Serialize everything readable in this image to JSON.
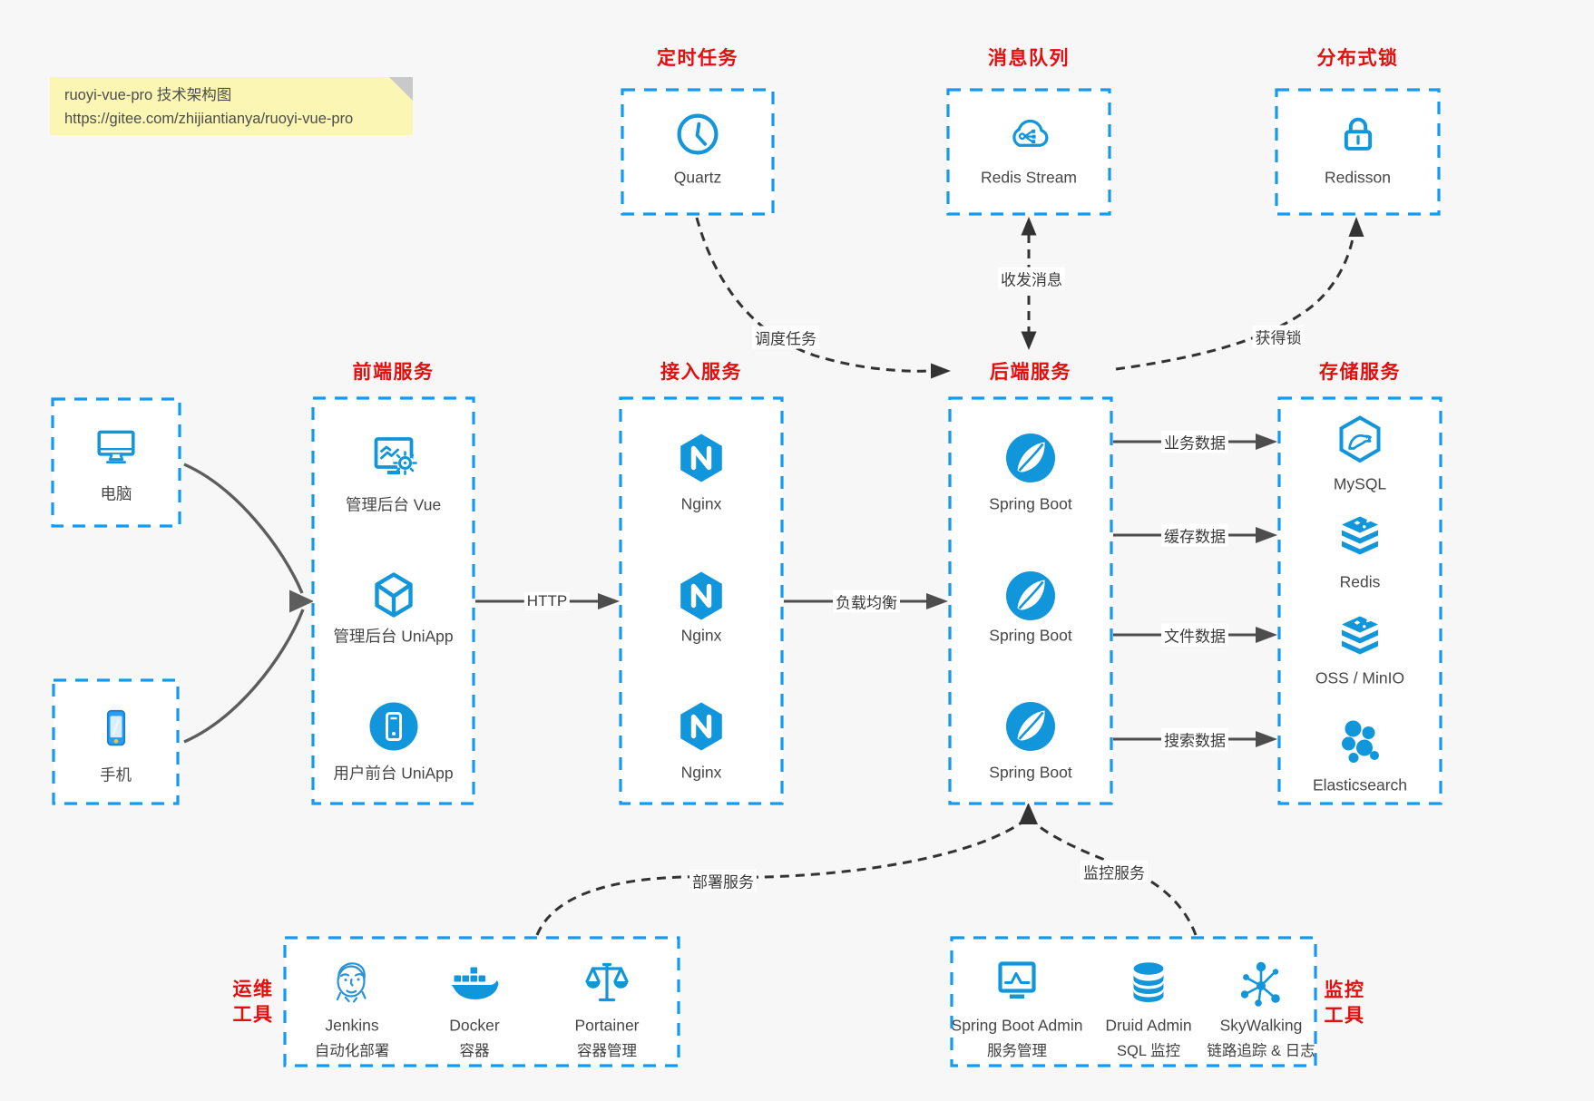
{
  "colors": {
    "accent_blue": "#1296db",
    "box_border_blue": "#149af0",
    "title_red": "#e60d0d",
    "note_bg": "#fbf6b4",
    "canvas_bg": "#f7f7f8",
    "connector_gray": "#4d4d4d",
    "dashed_black": "#333333"
  },
  "note": {
    "line1": "ruoyi-vue-pro 技术架构图",
    "line2": "https://gitee.com/zhijiantianya/ruoyi-vue-pro"
  },
  "top_groups": [
    {
      "id": "scheduled-task",
      "title": "定时任务",
      "items": [
        {
          "icon": "clock-icon",
          "label": "Quartz"
        }
      ]
    },
    {
      "id": "message-queue",
      "title": "消息队列",
      "items": [
        {
          "icon": "cloud-share-icon",
          "label": "Redis Stream"
        }
      ]
    },
    {
      "id": "distributed-lock",
      "title": "分布式锁",
      "items": [
        {
          "icon": "lock-icon",
          "label": "Redisson"
        }
      ]
    }
  ],
  "devices": [
    {
      "id": "pc",
      "icon": "desktop-icon",
      "label": "电脑"
    },
    {
      "id": "phone",
      "icon": "smartphone-icon",
      "label": "手机"
    }
  ],
  "columns": [
    {
      "id": "frontend",
      "title": "前端服务",
      "items": [
        {
          "icon": "admin-vue-icon",
          "label": "管理后台 Vue"
        },
        {
          "icon": "uniapp-cube-icon",
          "label": "管理后台 UniApp"
        },
        {
          "icon": "app-circle-icon",
          "label": "用户前台 UniApp"
        }
      ]
    },
    {
      "id": "gateway",
      "title": "接入服务",
      "items": [
        {
          "icon": "nginx-icon",
          "label": "Nginx"
        },
        {
          "icon": "nginx-icon",
          "label": "Nginx"
        },
        {
          "icon": "nginx-icon",
          "label": "Nginx"
        }
      ]
    },
    {
      "id": "backend",
      "title": "后端服务",
      "items": [
        {
          "icon": "spring-icon",
          "label": "Spring Boot"
        },
        {
          "icon": "spring-icon",
          "label": "Spring Boot"
        },
        {
          "icon": "spring-icon",
          "label": "Spring Boot"
        }
      ]
    },
    {
      "id": "storage",
      "title": "存储服务",
      "items": [
        {
          "icon": "mysql-icon",
          "label": "MySQL"
        },
        {
          "icon": "redis-icon",
          "label": "Redis"
        },
        {
          "icon": "redis-icon",
          "label": "OSS / MinIO"
        },
        {
          "icon": "elasticsearch-icon",
          "label": "Elasticsearch"
        }
      ]
    }
  ],
  "bottom_groups": [
    {
      "id": "ops-tools",
      "side_label": [
        "运维",
        "工具"
      ],
      "side": "left",
      "items": [
        {
          "icon": "jenkins-icon",
          "label": "Jenkins",
          "sub": "自动化部署"
        },
        {
          "icon": "docker-icon",
          "label": "Docker",
          "sub": "容器"
        },
        {
          "icon": "portainer-icon",
          "label": "Portainer",
          "sub": "容器管理"
        }
      ]
    },
    {
      "id": "monitor-tools",
      "side_label": [
        "监控",
        "工具"
      ],
      "side": "right",
      "items": [
        {
          "icon": "spring-boot-admin-icon",
          "label": "Spring Boot Admin",
          "sub": "服务管理"
        },
        {
          "icon": "druid-icon",
          "label": "Druid Admin",
          "sub": "SQL 监控"
        },
        {
          "icon": "skywalking-icon",
          "label": "SkyWalking",
          "sub": "链路追踪 & 日志"
        }
      ]
    }
  ],
  "edge_labels": {
    "http": "HTTP",
    "load_balance": "负载均衡",
    "business_data": "业务数据",
    "cache_data": "缓存数据",
    "file_data": "文件数据",
    "search_data": "搜索数据",
    "schedule_task": "调度任务",
    "send_receive_message": "收发消息",
    "acquire_lock": "获得锁",
    "deploy_service": "部署服务",
    "monitor_service": "监控服务"
  }
}
